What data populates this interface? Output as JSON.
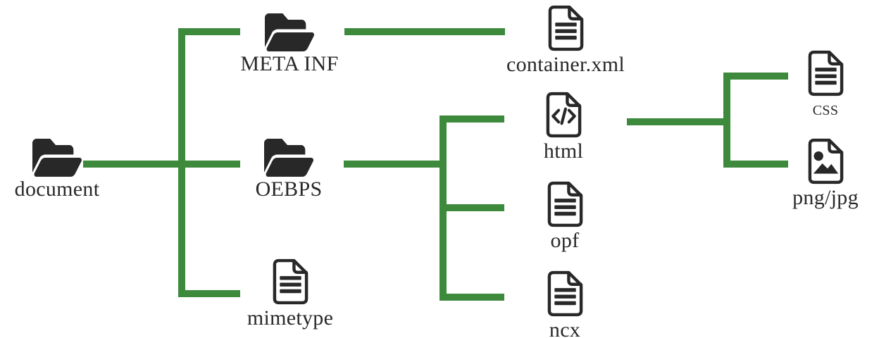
{
  "colors": {
    "connector": "#3e8a3d",
    "ink": "#282828"
  },
  "nodes": {
    "document": {
      "label": "document",
      "icon": "folder-open"
    },
    "meta_inf": {
      "label": "META INF",
      "icon": "folder-open"
    },
    "oebps": {
      "label": "OEBPS",
      "icon": "folder-open"
    },
    "mimetype": {
      "label": "mimetype",
      "icon": "file-text"
    },
    "container_xml": {
      "label": "container.xml",
      "icon": "file-text"
    },
    "html": {
      "label": "html",
      "icon": "file-code"
    },
    "opf": {
      "label": "opf",
      "icon": "file-text"
    },
    "ncx": {
      "label": "ncx",
      "icon": "file-text"
    },
    "css": {
      "label": "css",
      "icon": "file-text"
    },
    "png_jpg": {
      "label": "png/jpg",
      "icon": "file-image"
    }
  }
}
